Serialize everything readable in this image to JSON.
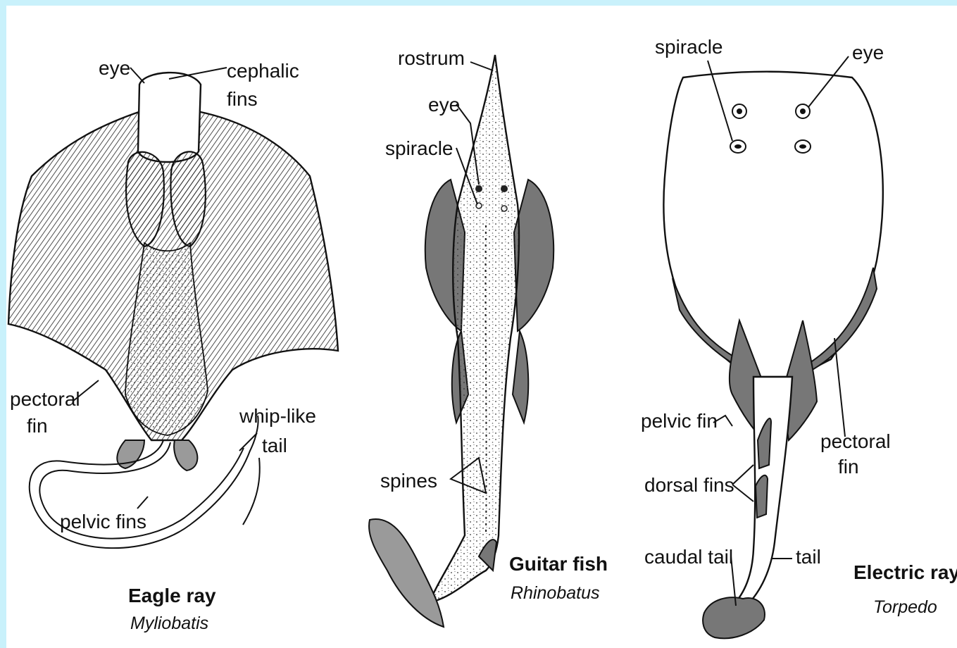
{
  "colors": {
    "border": "#c9f1fb",
    "ink": "#111111",
    "fin_shade": "#777777"
  },
  "eagle_ray": {
    "labels": {
      "eye": "eye",
      "cephalic_1": "cephalic",
      "cephalic_2": "fins",
      "pectoral_1": "pectoral",
      "pectoral_2": "fin",
      "whip_1": "whip-like",
      "whip_2": "tail",
      "pelvic": "pelvic fins"
    },
    "common_name": "Eagle ray",
    "genus": "Myliobatis"
  },
  "guitar_fish": {
    "labels": {
      "rostrum": "rostrum",
      "eye": "eye",
      "spiracle": "spiracle",
      "spines": "spines"
    },
    "common_name": "Guitar fish",
    "genus": "Rhinobatus"
  },
  "electric_ray": {
    "labels": {
      "spiracle": "spiracle",
      "eye": "eye",
      "pelvic": "pelvic fin",
      "pectoral_1": "pectoral",
      "pectoral_2": "fin",
      "dorsal": "dorsal fins",
      "caudal": "caudal tail",
      "tail": "tail"
    },
    "common_name": "Electric ray",
    "genus": "Torpedo"
  }
}
